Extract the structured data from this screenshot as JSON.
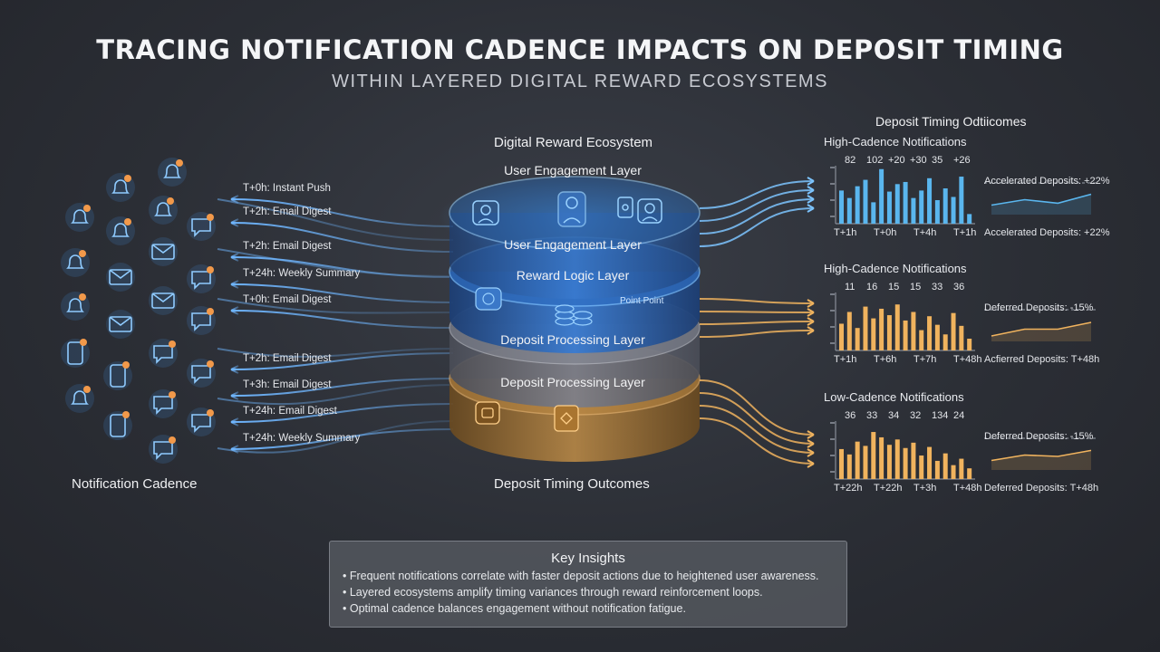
{
  "title": "TRACING NOTIFICATION CADENCE IMPACTS ON DEPOSIT TIMING",
  "subtitle": "WITHIN LAYERED DIGITAL REWARD ECOSYSTEMS",
  "left": {
    "caption": "Notification Cadence",
    "notifications": [
      "T+0h: Instant Push",
      "T+2h: Email Digest",
      "T+2h: Email Digest",
      "T+24h: Weekly Summary",
      "T+0h: Email Digest",
      "T+2h: Email Digest",
      "T+3h: Email Digest",
      "T+24h: Email Digest",
      "T+24h: Weekly Summary"
    ]
  },
  "center": {
    "heading": "Digital Reward Ecosystem",
    "top_label": "User Engagement Layer",
    "caption": "Deposit Timing Outcomes",
    "layers": [
      "User Engagement Layer",
      "Reward Logic Layer",
      "Deposit Processing Layer",
      "Deposit Processing Layer"
    ],
    "reward_tag": "Point Point"
  },
  "right": {
    "heading": "Deposit Timing Odtiicomes",
    "colors": {
      "blue": "#5ab6ee",
      "orange": "#f0b35e"
    }
  },
  "chart_data": [
    {
      "type": "bar",
      "title": "High-Cadence Notifications",
      "color": "#5ab6ee",
      "data_labels": [
        "82",
        "102",
        "+20",
        "+30",
        "35",
        "+26"
      ],
      "tick_labels": [
        "T+1h",
        "T+0h",
        "T+4h",
        "T+1h"
      ],
      "values": [
        62,
        48,
        70,
        82,
        40,
        102,
        60,
        74,
        78,
        48,
        62,
        85,
        44,
        66,
        50,
        88,
        18
      ],
      "trend": [
        0.35,
        0.55,
        0.42,
        0.75
      ],
      "annotation": "Accelerated Deposits: +22%",
      "footer": "Accelerated Deposits: +22%"
    },
    {
      "type": "bar",
      "title": "High-Cadence Notifications",
      "color": "#f0b35e",
      "data_labels": [
        "11",
        "16",
        "15",
        "15",
        "33",
        "36"
      ],
      "tick_labels": [
        "T+1h",
        "T+6h",
        "T+7h",
        "T+48h"
      ],
      "values": [
        50,
        72,
        42,
        82,
        60,
        78,
        66,
        86,
        56,
        72,
        38,
        64,
        48,
        30,
        70,
        46,
        22
      ],
      "trend": [
        0.2,
        0.45,
        0.45,
        0.7
      ],
      "annotation": "Deferred Deposits: -15%",
      "footer": "Acfierred Deposits: T+48h"
    },
    {
      "type": "bar",
      "title": "Low-Cadence Notifications",
      "color": "#f0b35e",
      "data_labels": [
        "36",
        "33",
        "34",
        "32",
        "134",
        "24"
      ],
      "tick_labels": [
        "T+22h",
        "T+22h",
        "T+3h",
        "T+48h"
      ],
      "values": [
        56,
        46,
        70,
        62,
        88,
        78,
        64,
        74,
        58,
        68,
        44,
        60,
        34,
        48,
        26,
        38,
        20
      ],
      "trend": [
        0.35,
        0.55,
        0.5,
        0.72
      ],
      "annotation": "Deferred Deposits: -15%",
      "footer": "Deferred Deposits: T+48h"
    }
  ],
  "insights": {
    "title": "Key Insights",
    "bullets": [
      "• Frequent notifications correlate with faster deposit actions due to heightened user awareness.",
      "• Layered ecosystems amplify timing variances through reward reinforcement loops.",
      "• Optimal cadence balances engagement without notification fatigue."
    ]
  }
}
